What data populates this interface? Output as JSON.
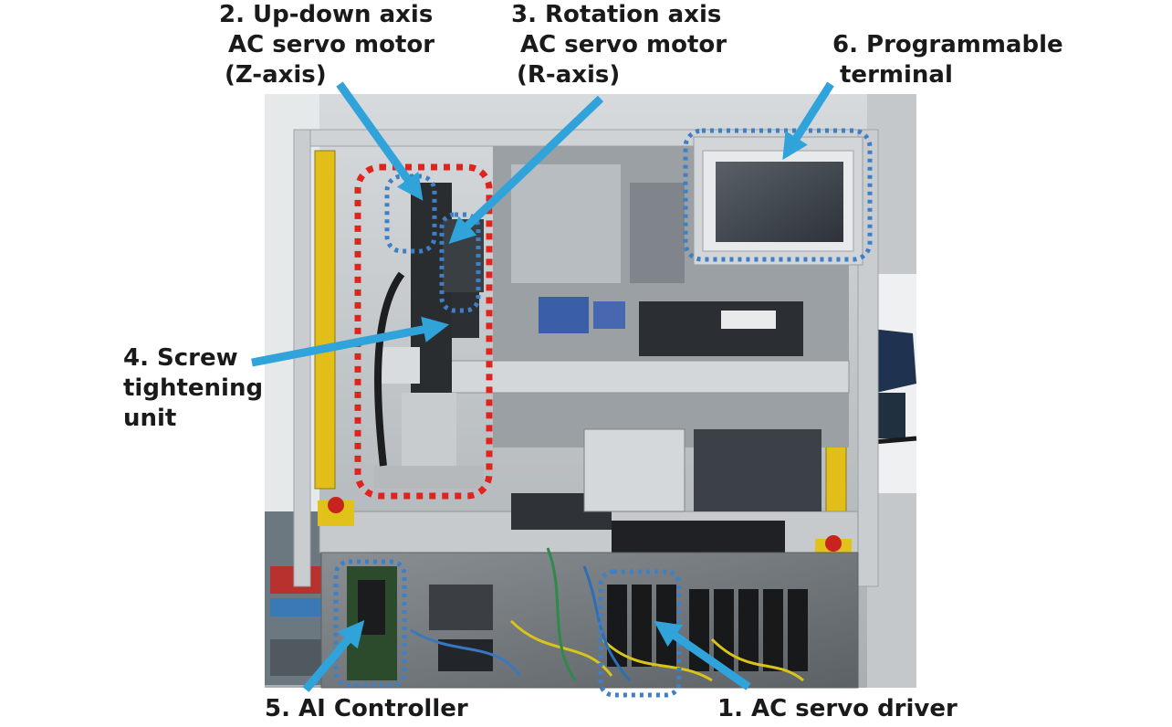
{
  "labels": {
    "updown": {
      "line1": "2. Up-down axis",
      "line2": "AC servo motor",
      "line3": "(Z-axis)"
    },
    "rotation": {
      "line1": "3. Rotation axis",
      "line2": "AC servo motor",
      "line3": "(R-axis)"
    },
    "terminal": {
      "line1": "6. Programmable",
      "line2": "terminal"
    },
    "screw": {
      "line1": "4. Screw",
      "line2": "tightening",
      "line3": "unit"
    },
    "controller": {
      "text": "5. AI Controller"
    },
    "driver": {
      "text": "1. AC servo driver"
    }
  },
  "colors": {
    "arrow": "#2fa3da",
    "dotted_blue": "#3f7fc4",
    "dotted_red": "#e0231e",
    "frame": "#c9cccf",
    "safety_yellow": "#e6c417"
  }
}
